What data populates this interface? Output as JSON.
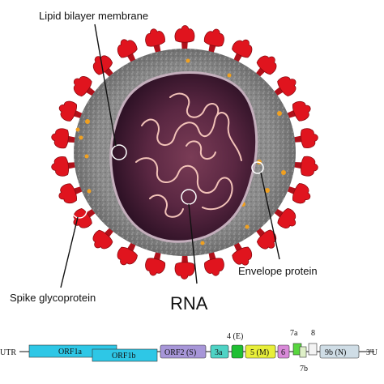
{
  "labels": {
    "lipid": "Lipid bilayer membrane",
    "envelope": "Envelope protein",
    "spike": "Spike glycoprotein",
    "rna": "RNA"
  },
  "genome": {
    "left_end": "UTR",
    "right_end": "3'U",
    "genes": [
      {
        "id": "orf1a",
        "label": "ORF1a",
        "color": "#2ec7e6"
      },
      {
        "id": "orf1b",
        "label": "ORF1b",
        "color": "#2ec7e6"
      },
      {
        "id": "orf2",
        "label": "ORF2 (S)",
        "color": "#a796d8"
      },
      {
        "id": "g3a",
        "label": "3a",
        "color": "#4fd3c5"
      },
      {
        "id": "g4",
        "label": "",
        "color": "#1fbf33"
      },
      {
        "id": "g5",
        "label": "5 (M)",
        "color": "#e8ef3a"
      },
      {
        "id": "g6",
        "label": "6",
        "color": "#d98ad9"
      },
      {
        "id": "g7a",
        "label": "",
        "color": "#58d63f"
      },
      {
        "id": "g7b",
        "label": "",
        "color": "#dff0c8"
      },
      {
        "id": "g8",
        "label": "",
        "color": "#f3f3f3"
      },
      {
        "id": "g9b",
        "label": "9b (N)",
        "color": "#cfdde6"
      }
    ],
    "above": {
      "g4": "4 (E)",
      "g7a": "7a",
      "g8": "8"
    },
    "below": {
      "g7b": "7b"
    }
  }
}
